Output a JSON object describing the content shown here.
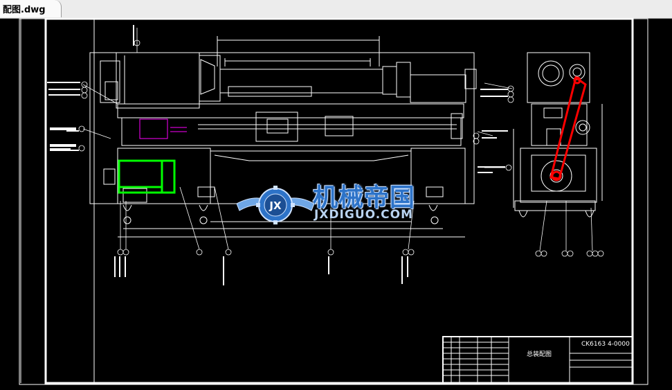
{
  "document_tab": {
    "label": "配图.dwg"
  },
  "watermark": {
    "logo_text": "JX",
    "title": "机械帝国",
    "url": "JXDIGUO.COM"
  },
  "title_block": {
    "drawing_title": "总装配图",
    "drawing_code": "CK6163 4-0000"
  },
  "colors": {
    "background": "#000000",
    "lines": "#ffffff",
    "highlight_green": "#00ff00",
    "highlight_red": "#ff0000",
    "accent_magenta": "#ff00ff",
    "watermark_blue": "#2d73c8"
  }
}
